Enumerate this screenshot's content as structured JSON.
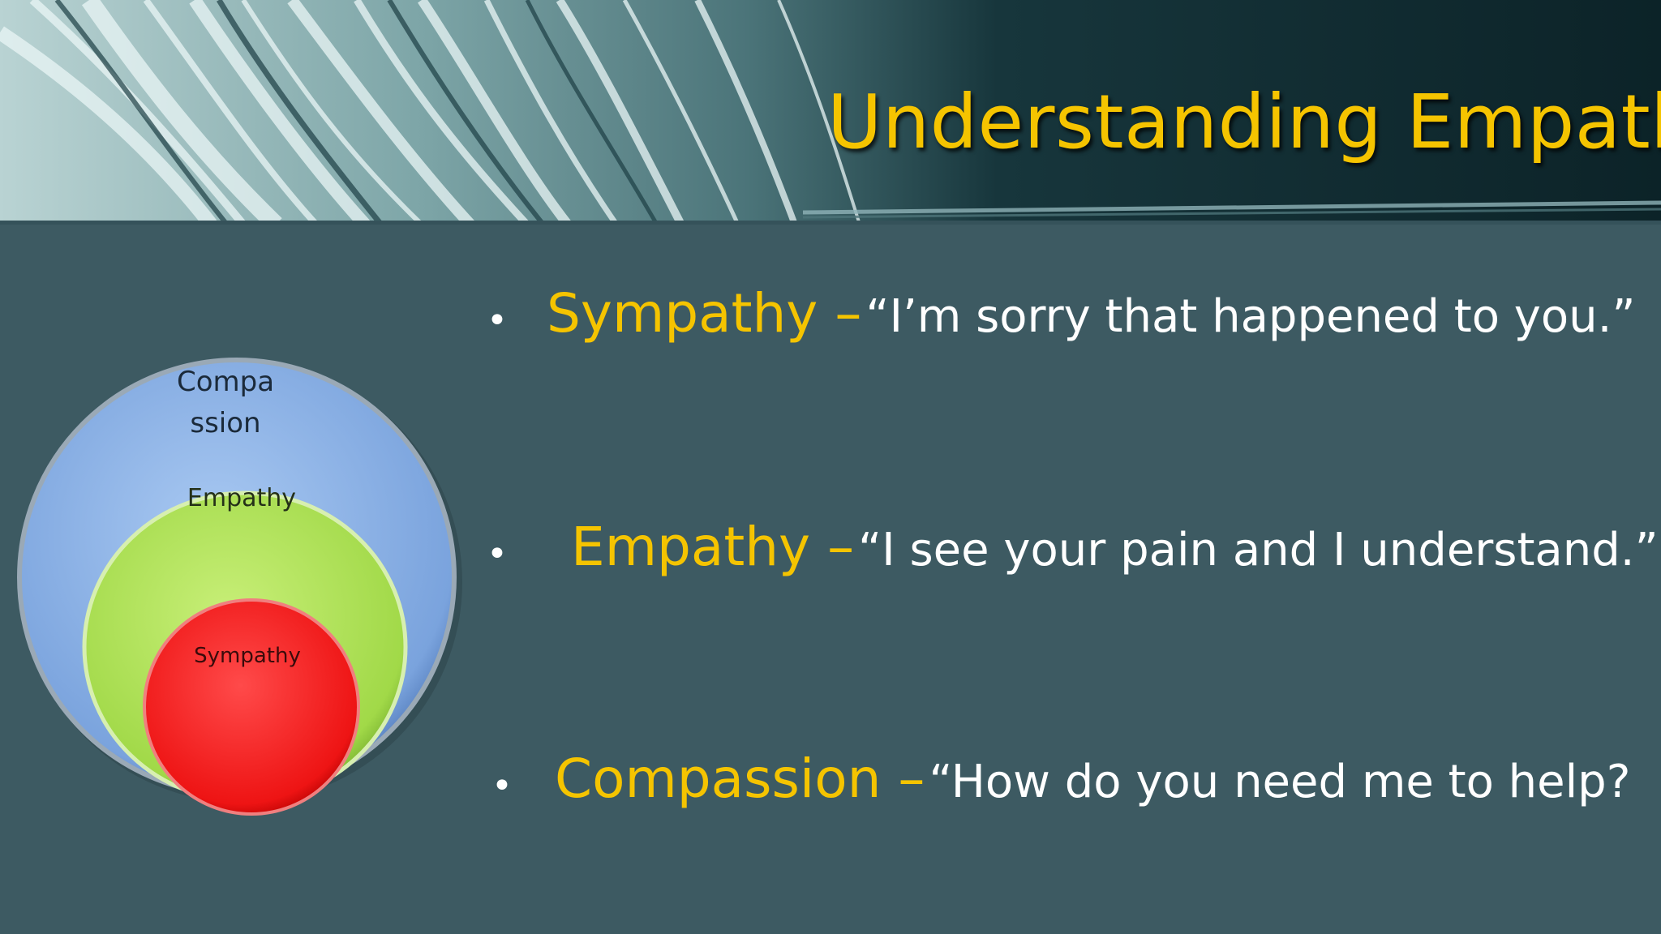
{
  "slide": {
    "title": "Understanding Empathy"
  },
  "diagram": {
    "outer_label_line1": "Compa",
    "outer_label_line2": "ssion",
    "middle_label": "Empathy",
    "inner_label": "Sympathy",
    "colors": {
      "outer": "#7fa9e0",
      "middle": "#a5dc4a",
      "inner": "#f01818"
    }
  },
  "bullets": [
    {
      "term": "Sympathy –",
      "quote": "“I’m sorry that happened to you.”"
    },
    {
      "term": "Empathy –",
      "quote": "“I see your pain and I understand.”"
    },
    {
      "term": "Compassion –",
      "quote": "“How  do you need  me to help?"
    }
  ],
  "colors": {
    "background": "#3d5a62",
    "accent": "#f5c400",
    "text": "#ffffff"
  }
}
